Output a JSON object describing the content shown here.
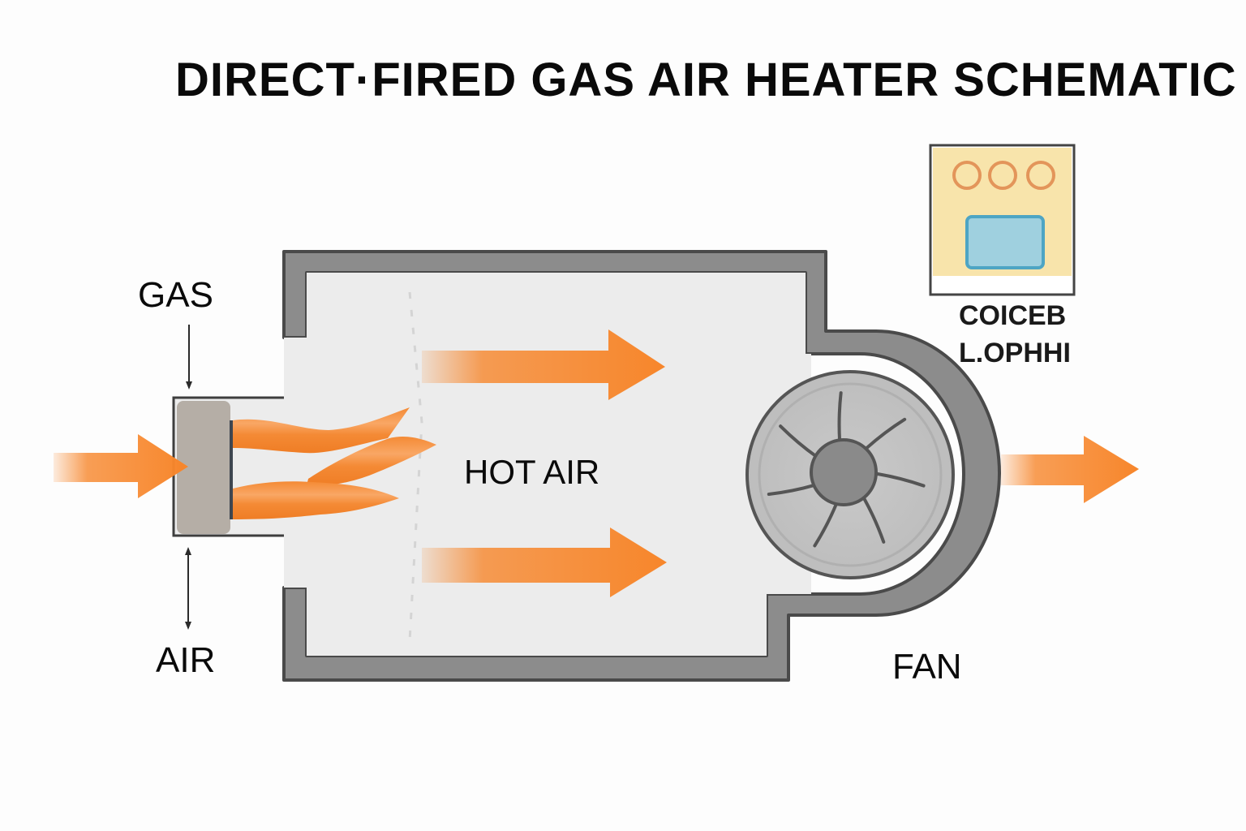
{
  "title": "DIRECT·FIRED GAS AIR HEATER SCHEMATIC",
  "labels": {
    "gas": "GAS",
    "air": "AIR",
    "hot_air": "HOT AIR",
    "fan": "FAN",
    "control_panel_line1": "COICEB",
    "control_panel_line2": "L.OPHHI"
  },
  "components": [
    {
      "id": "burner",
      "name": "Burner block"
    },
    {
      "id": "combustion-chamber",
      "name": "Combustion chamber"
    },
    {
      "id": "fan",
      "name": "Blower fan",
      "blades": 7
    },
    {
      "id": "control-panel",
      "name": "Control panel",
      "indicator_lights": 3,
      "display": 1
    }
  ],
  "flows": [
    {
      "from": "inlet",
      "to": "burner",
      "kind": "air/gas in"
    },
    {
      "from": "burner",
      "to": "chamber",
      "kind": "flames",
      "count": 3
    },
    {
      "from": "chamber",
      "to": "fan",
      "kind": "hot air",
      "count": 2
    },
    {
      "from": "fan",
      "to": "outlet",
      "kind": "hot air out"
    }
  ],
  "colors": {
    "arrow": "#f7862b",
    "flame": "#f7862b",
    "housing": "#8c8c8c",
    "housing_outline": "#4a4a4a",
    "chamber_fill": "#ececec",
    "burner": "#b5aea6",
    "panel_bg": "#f8e4ab",
    "panel_lights": "#e3955a",
    "panel_display": "#9fd0df",
    "text": "#0a0a0a"
  }
}
